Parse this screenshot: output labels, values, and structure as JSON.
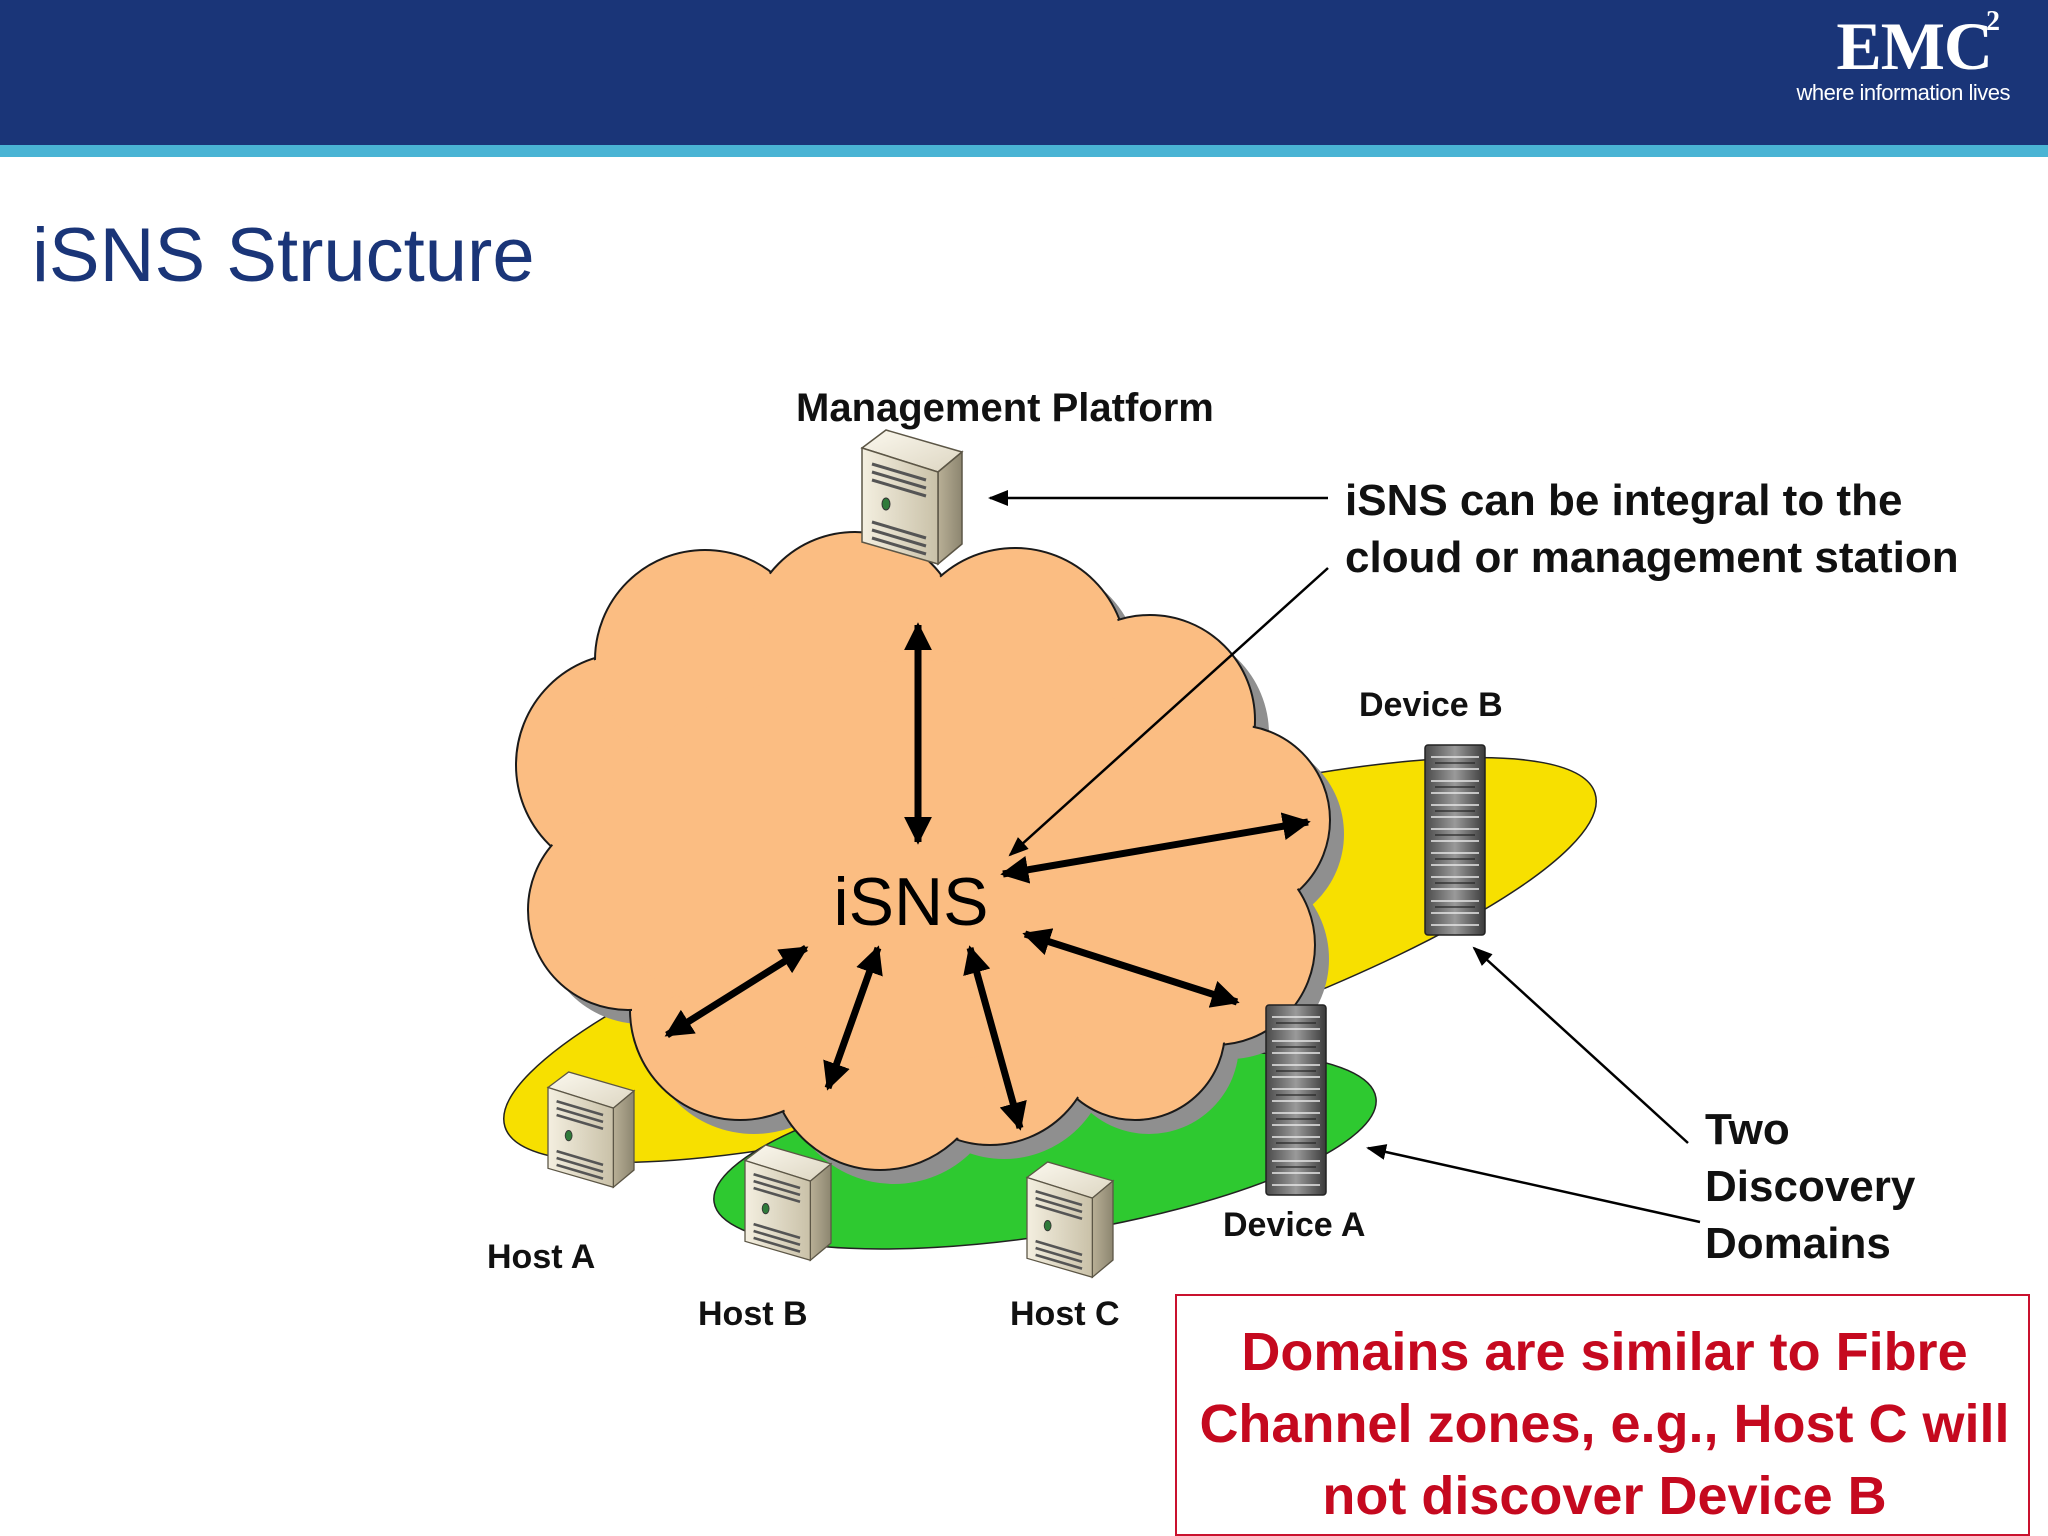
{
  "slide": {
    "title": "iSNS Structure"
  },
  "logo": {
    "wordmark": "EMC",
    "superscript": "2",
    "tagline": "where information lives"
  },
  "colors": {
    "header": "#1a3578",
    "stripe": "#4ab4d4",
    "cloud": "#fbbd82",
    "domain_yellow": "#f7e000",
    "domain_green": "#2ec930",
    "note_text": "#c5091f"
  },
  "diagram": {
    "center_label": "iSNS",
    "management_label": "Management Platform",
    "hosts": [
      "Host A",
      "Host B",
      "Host C"
    ],
    "devices": [
      "Device A",
      "Device B"
    ],
    "icons": [
      "server-icon",
      "storage-array-icon",
      "cloud-icon"
    ]
  },
  "callouts": {
    "integral": "iSNS can be integral to the cloud or management station",
    "domains": "Two Discovery Domains"
  },
  "note": {
    "text": "Domains are similar to Fibre Channel zones, e.g., Host C will not discover Device B"
  }
}
